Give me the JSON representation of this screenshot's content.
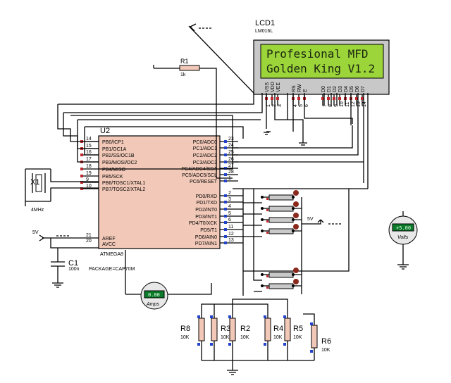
{
  "lcd": {
    "ref": "LCD1",
    "model": "LM016L",
    "line1": "Profesional MFD",
    "line2": "Golden King V1.2",
    "pin_names": [
      "VSS",
      "VDD",
      "VEE",
      "RS",
      "RW",
      "E",
      "D0",
      "D1",
      "D2",
      "D3",
      "D4",
      "D5",
      "D6",
      "D7"
    ],
    "pin_numbers": [
      "1",
      "2",
      "3",
      "4",
      "5",
      "6",
      "7",
      "8",
      "9",
      "10",
      "11",
      "12",
      "13",
      "14"
    ]
  },
  "mcu": {
    "ref": "U2",
    "part": "ATMEGA8",
    "left_pins": [
      {
        "num": "14",
        "name": "PB0/ICP1"
      },
      {
        "num": "15",
        "name": "PB1/OC1A"
      },
      {
        "num": "16",
        "name": "PB2/SS/OC1B"
      },
      {
        "num": "17",
        "name": "PB3/MOSI/OC2"
      },
      {
        "num": "18",
        "name": "PB4/MISO"
      },
      {
        "num": "19",
        "name": "PB5/SCK"
      },
      {
        "num": "9",
        "name": "PB6/TOSC1/XTAL1"
      },
      {
        "num": "10",
        "name": "PB7/TOSC2/XTAL2"
      }
    ],
    "power_pins": [
      {
        "num": "21",
        "name": "AREF"
      },
      {
        "num": "20",
        "name": "AVCC"
      }
    ],
    "right_pins_c": [
      {
        "num": "23",
        "name": "PC0/ADC0"
      },
      {
        "num": "24",
        "name": "PC1/ADC1"
      },
      {
        "num": "25",
        "name": "PC2/ADC2"
      },
      {
        "num": "26",
        "name": "PC3/ADC3"
      },
      {
        "num": "27",
        "name": "PC4/ADC4/SDA"
      },
      {
        "num": "28",
        "name": "PC5/ADC5/SCL"
      },
      {
        "num": "1",
        "name": "PC6/RESET"
      }
    ],
    "right_pins_d": [
      {
        "num": "2",
        "name": "PD0/RXD"
      },
      {
        "num": "3",
        "name": "PD1/TXD"
      },
      {
        "num": "4",
        "name": "PD2/INT0"
      },
      {
        "num": "5",
        "name": "PD3/INT1"
      },
      {
        "num": "6",
        "name": "PD4/T0/XCK"
      },
      {
        "num": "11",
        "name": "PD5/T1"
      },
      {
        "num": "12",
        "name": "PD6/AIN0"
      },
      {
        "num": "13",
        "name": "PD7/AIN1"
      }
    ]
  },
  "r1": {
    "ref": "R1",
    "value": "1k"
  },
  "crystal": {
    "ref": "X1",
    "value": "4MHz"
  },
  "cap": {
    "ref": "C1",
    "value": "100n",
    "package": "PACKAGE=CAP70M"
  },
  "supply_left": "5V",
  "supply_right": "5V",
  "voltmeter": {
    "reading": "+5.00",
    "unit": "Volts"
  },
  "ammeter": {
    "reading": "0.00",
    "unit": "Amps"
  },
  "resistors": [
    {
      "ref": "R8",
      "value": "10K"
    },
    {
      "ref": "R3",
      "value": "10K"
    },
    {
      "ref": "R2",
      "value": "10K"
    },
    {
      "ref": "R4",
      "value": "10K"
    },
    {
      "ref": "R5",
      "value": "10K"
    },
    {
      "ref": "R6",
      "value": "10K"
    }
  ]
}
